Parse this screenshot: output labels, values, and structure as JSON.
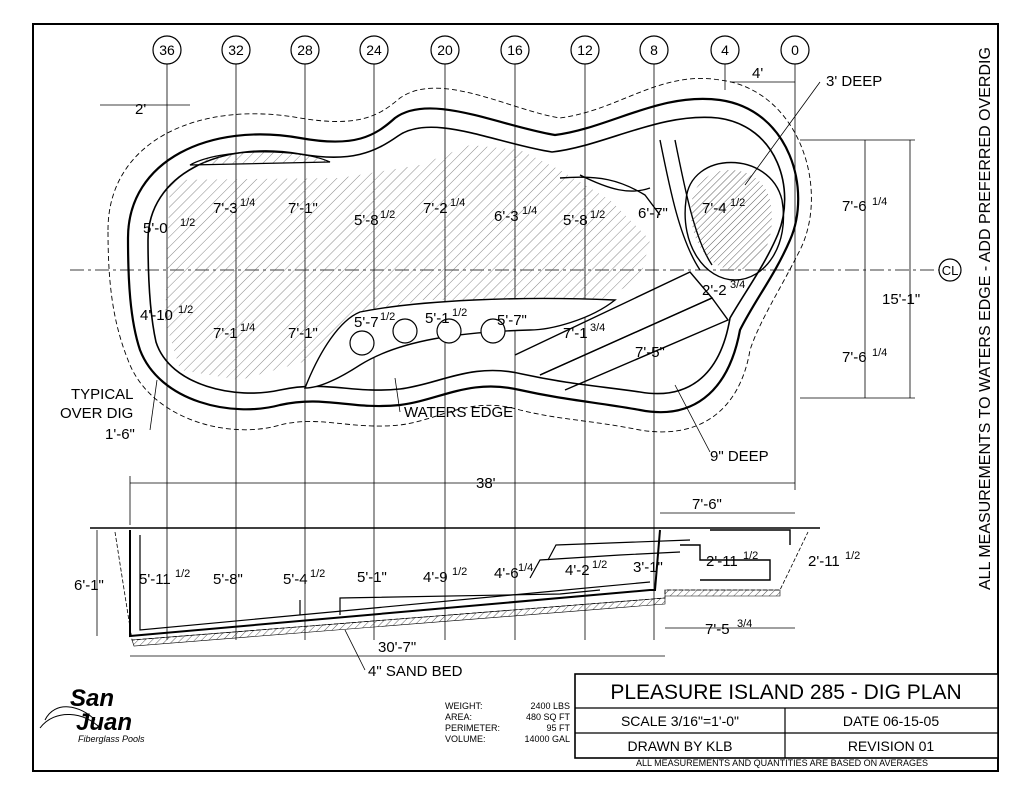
{
  "title_block": {
    "title": "PLEASURE ISLAND 285 - DIG PLAN",
    "scale": "SCALE 3/16\"=1'-0\"",
    "date": "DATE 06-15-05",
    "drawn_by": "DRAWN BY KLB",
    "revision": "REVISION 01",
    "footnote": "ALL MEASUREMENTS AND QUANTITIES ARE BASED ON AVERAGES"
  },
  "specs": [
    {
      "label": "WEIGHT:",
      "value": "2400 LBS"
    },
    {
      "label": "AREA:",
      "value": "480 SQ FT"
    },
    {
      "label": "PERIMETER:",
      "value": "95 FT"
    },
    {
      "label": "VOLUME:",
      "value": "14000 GAL"
    }
  ],
  "logo": {
    "line1": "San",
    "line2": "Juan",
    "tagline": "Fiberglass Pools"
  },
  "side_note": "ALL MEASUREMENTS TO WATERS EDGE - ADD PREFERRED OVERDIG",
  "stations": [
    "36",
    "32",
    "28",
    "24",
    "20",
    "16",
    "12",
    "8",
    "4",
    "0"
  ],
  "centerline": "CL",
  "plan_labels": {
    "two_ft": "2'",
    "four_ft": "4'",
    "three_deep": "3' DEEP",
    "nine_deep": "9\" DEEP",
    "waters_edge": "WATERS EDGE",
    "typical_over_dig": [
      "TYPICAL",
      "OVER DIG",
      "1'-6\""
    ],
    "overall_width": "15'-1\"",
    "upper_half": "7'-6",
    "lower_half": "7'-6",
    "half_frac": "1/4"
  },
  "plan_dims": [
    {
      "w": "5'-0",
      "f": "1/2"
    },
    {
      "w": "4'-10",
      "f": "1/2"
    },
    {
      "w": "7'-3",
      "f": "1/4"
    },
    {
      "w": "7'-1",
      "f": "1/4"
    },
    {
      "w": "7'-1\"",
      "f": ""
    },
    {
      "w": "7'-1\"",
      "f": ""
    },
    {
      "w": "5'-8",
      "f": "1/2"
    },
    {
      "w": "5'-7",
      "f": "1/2"
    },
    {
      "w": "7'-2",
      "f": "1/4"
    },
    {
      "w": "5'-1",
      "f": "1/2"
    },
    {
      "w": "6'-3",
      "f": "1/4"
    },
    {
      "w": "5'-7\"",
      "f": ""
    },
    {
      "w": "5'-8",
      "f": "1/2"
    },
    {
      "w": "7'-1",
      "f": "3/4"
    },
    {
      "w": "6'-7\"",
      "f": ""
    },
    {
      "w": "7'-4",
      "f": "1/2"
    },
    {
      "w": "2'-2",
      "f": "3/4"
    },
    {
      "w": "7'-5\"",
      "f": ""
    }
  ],
  "section": {
    "overall_length": "38'",
    "step_length": "7'-6\"",
    "bed_length": "30'-7\"",
    "step_bottom": "7'-5",
    "step_frac": "3/4",
    "sand_bed": "4\" SAND BED",
    "overall_depth": "6'-1\"",
    "depths": [
      {
        "w": "5'-11",
        "f": "1/2"
      },
      {
        "w": "5'-8\"",
        "f": ""
      },
      {
        "w": "5'-4",
        "f": "1/2"
      },
      {
        "w": "5'-1\"",
        "f": ""
      },
      {
        "w": "4'-9",
        "f": "1/2"
      },
      {
        "w": "4'-6",
        "f": "1/4"
      },
      {
        "w": "4'-2",
        "f": "1/2"
      },
      {
        "w": "3'-1\"",
        "f": ""
      },
      {
        "w": "2'-11",
        "f": "1/2"
      },
      {
        "w": "2'-11",
        "f": "1/2"
      }
    ]
  }
}
